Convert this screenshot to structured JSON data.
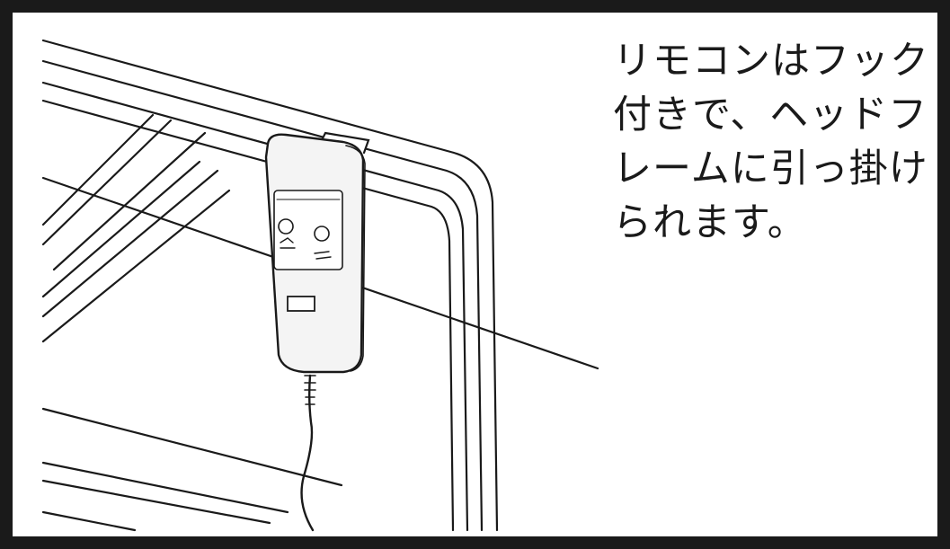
{
  "caption": {
    "lines": [
      "リモコンはフック",
      "付きで、ヘッドフ",
      "レームに引っ掛け",
      "られます。"
    ]
  },
  "icons": {
    "remote": "remote-control-icon",
    "button_up": "head-up-button-icon",
    "button_down": "head-down-button-icon",
    "hook": "hook-icon"
  },
  "colors": {
    "line": "#1a1a1a",
    "background": "#ffffff",
    "remote_fill": "#f2f2f2"
  }
}
